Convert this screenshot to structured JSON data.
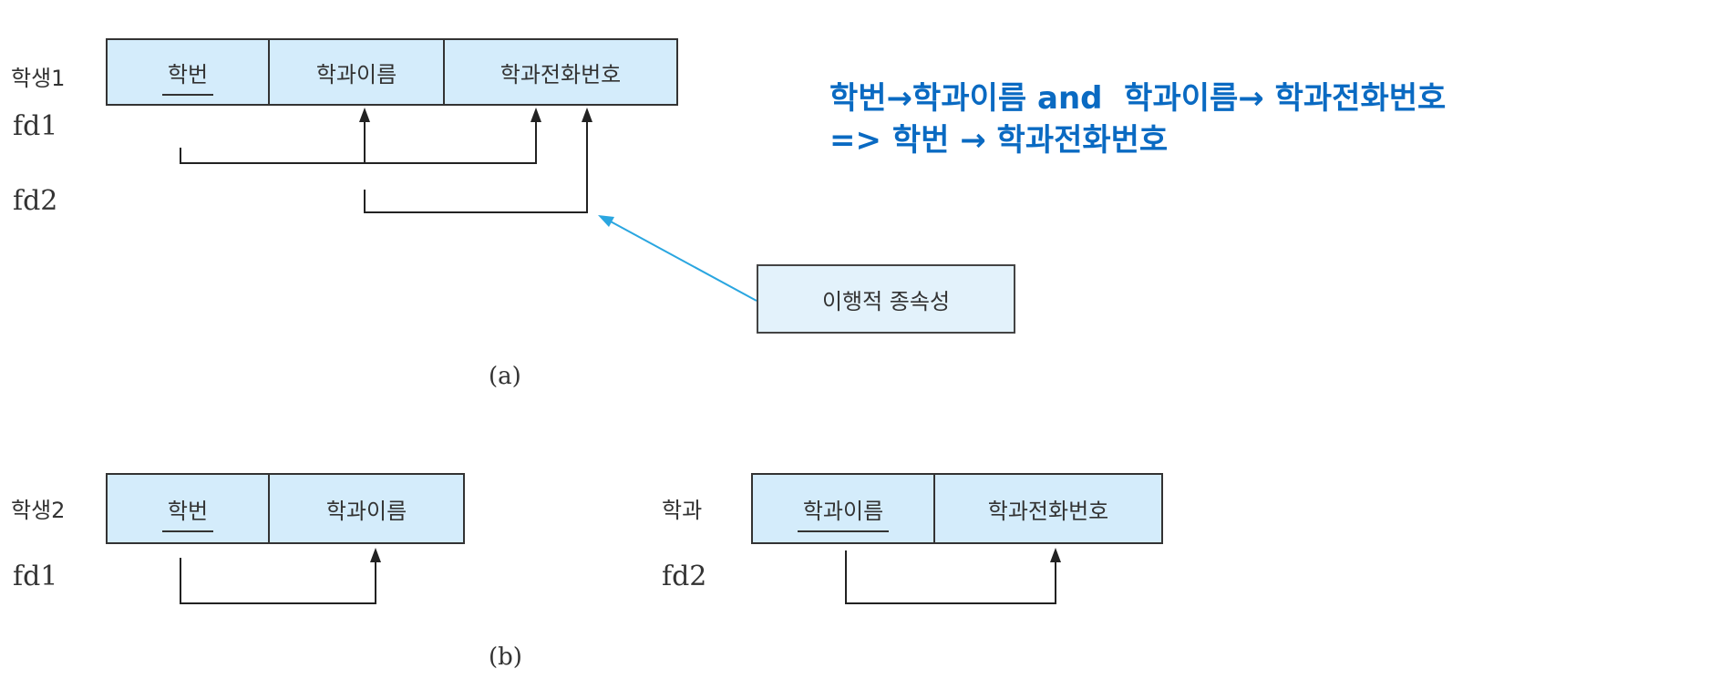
{
  "part_a": {
    "relation_name": "학생1",
    "columns": [
      "학번",
      "학과이름",
      "학과전화번호"
    ],
    "fd1_label": "fd1",
    "fd2_label": "fd2",
    "callout_text": "이행적 종속성",
    "caption": "(a)"
  },
  "part_b": {
    "left": {
      "relation_name": "학생2",
      "columns": [
        "학번",
        "학과이름"
      ],
      "fd_label": "fd1"
    },
    "right": {
      "relation_name": "학과",
      "columns": [
        "학과이름",
        "학과전화번호"
      ],
      "fd_label": "fd2"
    },
    "caption": "(b)"
  },
  "note": {
    "line1": "학번→학과이름 and  학과이름→ 학과전화번호",
    "line2": "=> 학번 → 학과전화번호"
  },
  "colors": {
    "cell_fill": "#d4ecfb",
    "callout_fill": "#e3f2fb",
    "callout_arrow": "#2aa6e0",
    "note_text": "#0a6ac2"
  }
}
